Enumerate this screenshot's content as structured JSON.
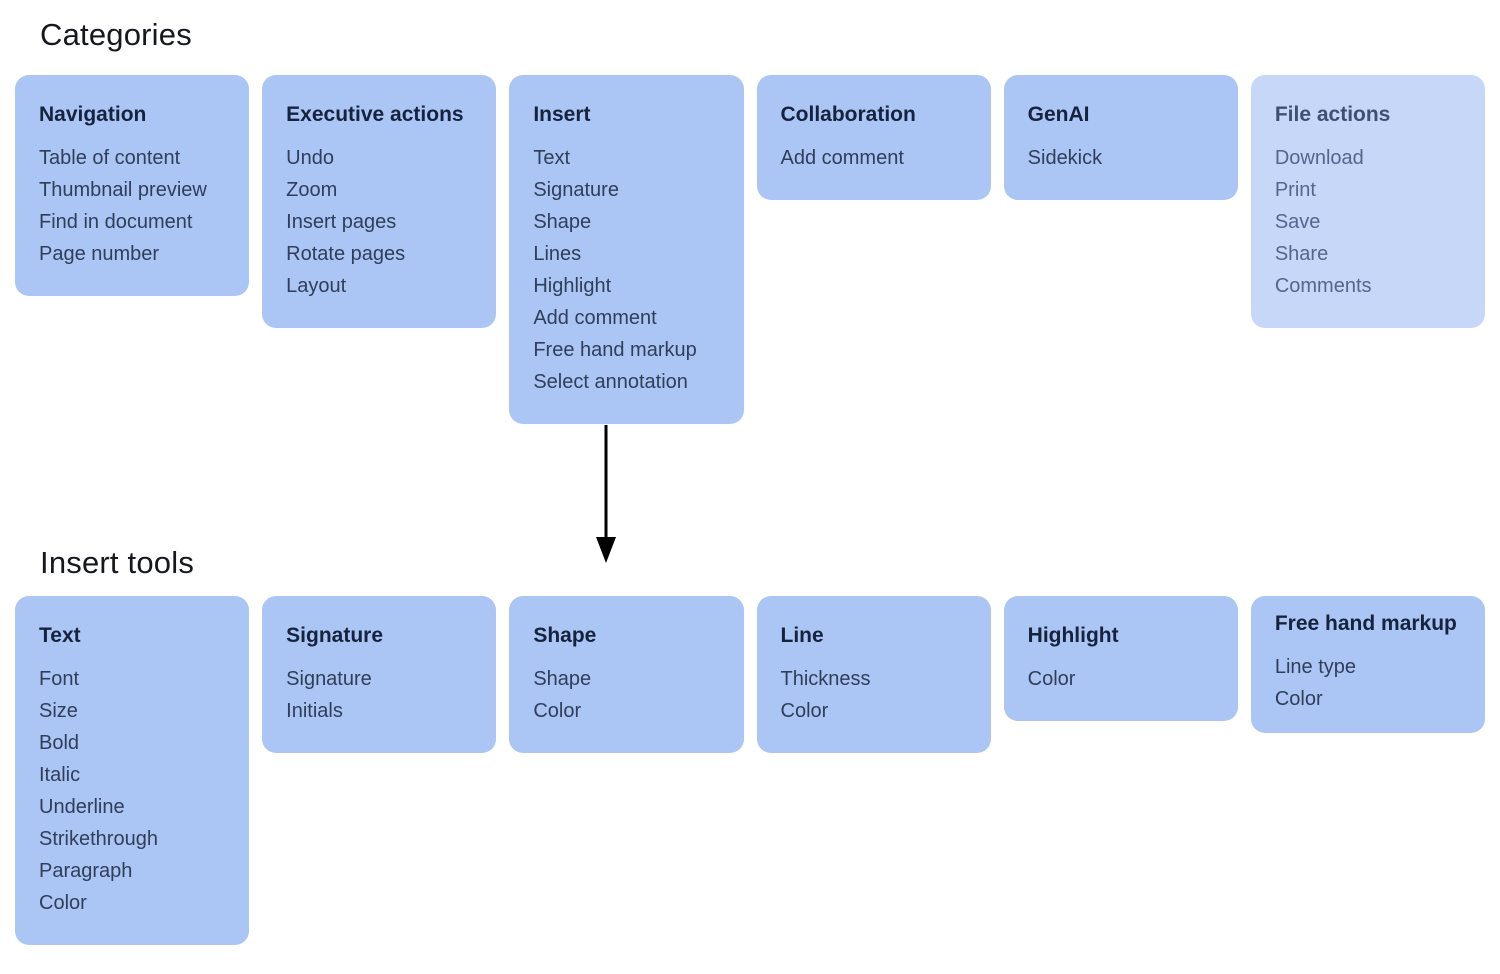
{
  "sections": [
    {
      "id": "categories",
      "title": "Categories",
      "cards": [
        {
          "id": "navigation",
          "title": "Navigation",
          "items": [
            "Table of content",
            "Thumbnail preview",
            "Find in document",
            "Page number"
          ]
        },
        {
          "id": "executive-actions",
          "title": "Executive actions",
          "items": [
            "Undo",
            "Zoom",
            "Insert pages",
            "Rotate pages",
            "Layout"
          ]
        },
        {
          "id": "insert",
          "title": "Insert",
          "items": [
            "Text",
            "Signature",
            "Shape",
            "Lines",
            "Highlight",
            "Add comment",
            "Free hand markup",
            "Select annotation"
          ]
        },
        {
          "id": "collaboration",
          "title": "Collaboration",
          "items": [
            "Add comment"
          ]
        },
        {
          "id": "genai",
          "title": "GenAI",
          "items": [
            "Sidekick"
          ]
        },
        {
          "id": "file-actions",
          "title": "File actions",
          "items": [
            "Download",
            "Print",
            "Save",
            "Share",
            "Comments"
          ]
        }
      ]
    },
    {
      "id": "insert-tools",
      "title": "Insert tools",
      "cards": [
        {
          "id": "text",
          "title": "Text",
          "items": [
            "Font",
            "Size",
            "Bold",
            "Italic",
            "Underline",
            "Strikethrough",
            "Paragraph",
            "Color"
          ]
        },
        {
          "id": "signature",
          "title": "Signature",
          "items": [
            "Signature",
            "Initials"
          ]
        },
        {
          "id": "shape",
          "title": "Shape",
          "items": [
            "Shape",
            "Color"
          ]
        },
        {
          "id": "line",
          "title": "Line",
          "items": [
            "Thickness",
            "Color"
          ]
        },
        {
          "id": "highlight",
          "title": "Highlight",
          "items": [
            "Color"
          ]
        },
        {
          "id": "free-hand-markup",
          "title": "Free hand markup",
          "items": [
            "Line type",
            "Color"
          ]
        }
      ]
    }
  ],
  "connector": {
    "from": "Insert",
    "to": "Insert tools",
    "direction": "down"
  },
  "colors": {
    "card_bg": "#abc6f4",
    "card_bg_muted": "#c6d7f8",
    "header_text": "#16233e",
    "body_text": "#2f3e5a",
    "muted_header_text": "#405072",
    "muted_body_text": "#55668c",
    "title_text": "#15181d",
    "arrow": "#000000",
    "background": "#ffffff"
  }
}
